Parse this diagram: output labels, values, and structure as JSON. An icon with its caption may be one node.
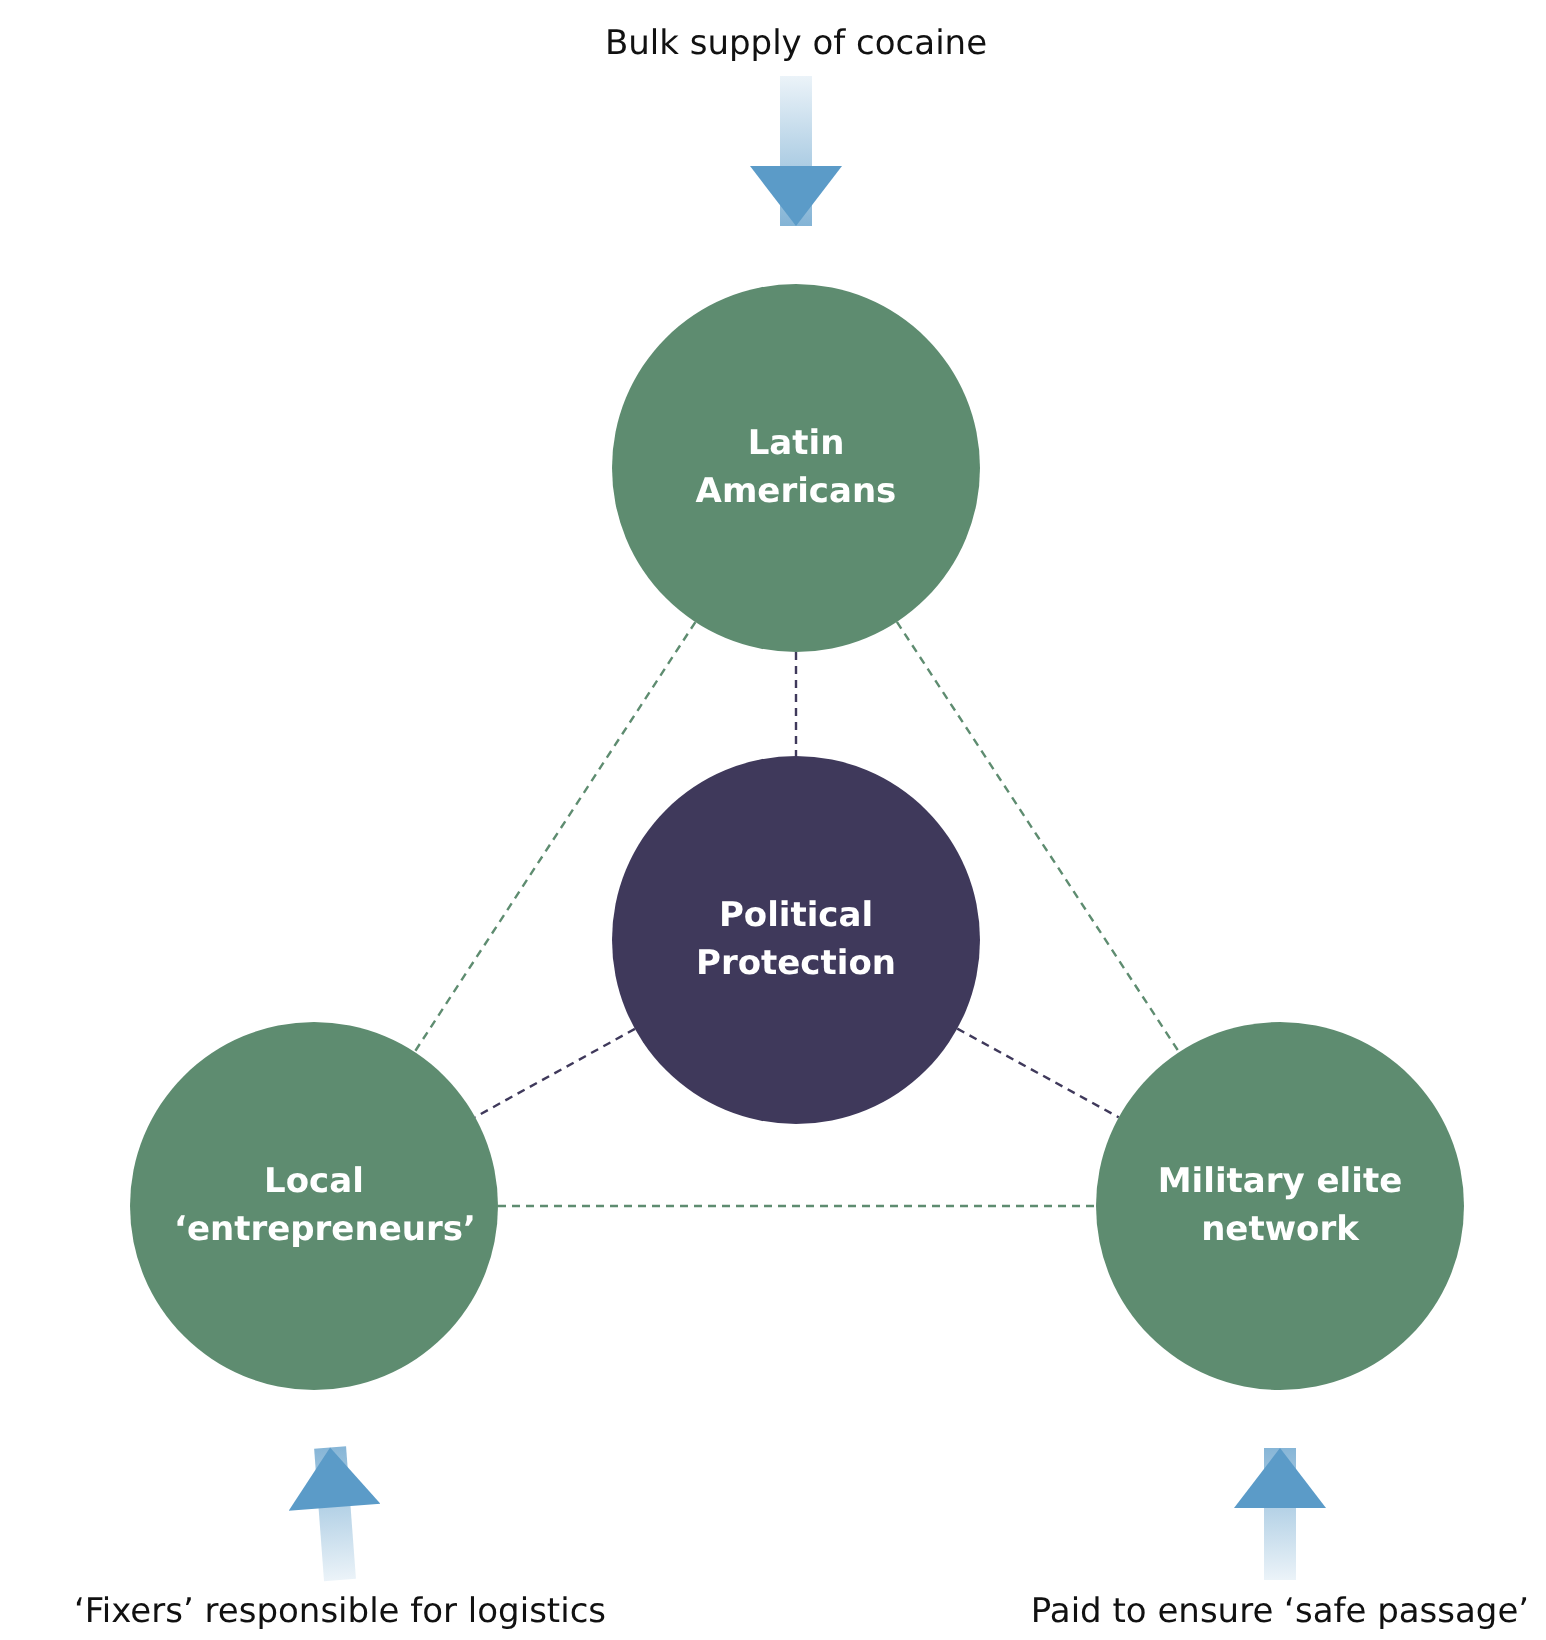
{
  "diagram": {
    "nodes": [
      {
        "text": [
          "Latin Americans"
        ]
      },
      {
        "text": [
          "Political Protection"
        ]
      },
      {
        "text": [
          "Local ‘entrepreneurs’"
        ]
      },
      {
        "text": [
          "Military elite network"
        ]
      },
      {
        "text": [
          "Bulk supply of cocaine"
        ]
      },
      {
        "text": [
          "‘Fixers’ responsible for logistics"
        ]
      },
      {
        "text": [
          "Paid to ensure ‘safe passage’"
        ]
      }
    ],
    "edges": [
      {
        "from": 4,
        "to": 0,
        "arrow": "to",
        "style": "thick",
        "color": "#5b9bc8"
      },
      {
        "from": 0,
        "to": 1,
        "arrow": "none",
        "style": "dashed",
        "color": "#3f395b"
      },
      {
        "from": 0,
        "to": 2,
        "arrow": "none",
        "style": "dashed",
        "color": "#5e8c70"
      },
      {
        "from": 0,
        "to": 3,
        "arrow": "none",
        "style": "dashed",
        "color": "#5e8c70"
      },
      {
        "from": 1,
        "to": 2,
        "arrow": "none",
        "style": "dashed",
        "color": "#3f395b"
      },
      {
        "from": 1,
        "to": 3,
        "arrow": "none",
        "style": "dashed",
        "color": "#3f395b"
      },
      {
        "from": 2,
        "to": 3,
        "arrow": "none",
        "style": "dashed",
        "color": "#5e8c70"
      },
      {
        "from": 5,
        "to": 2,
        "arrow": "to",
        "style": "thick",
        "color": "#5b9bc8"
      },
      {
        "from": 6,
        "to": 3,
        "arrow": "to",
        "style": "thick",
        "color": "#5b9bc8"
      }
    ]
  }
}
